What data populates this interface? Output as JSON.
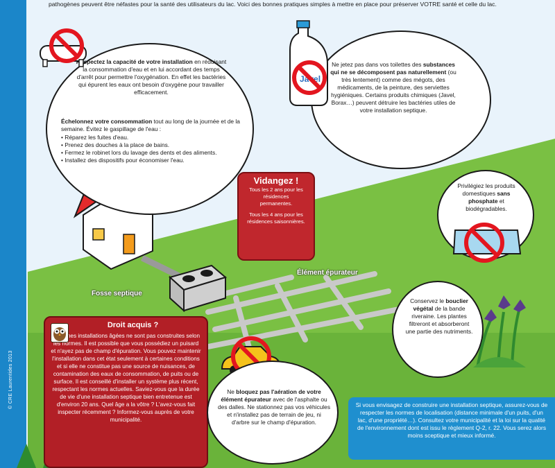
{
  "intro": "pathogènes peuvent être néfastes pour la santé des utilisateurs du lac. Voici des bonnes pratiques simples à mettre en place pour préserver VOTRE santé et celle du lac.",
  "copyright": "© CRE Laurentides 2013",
  "capacity": {
    "heading_bold": "Respectez la capacité de votre installation",
    "text": " en réduisant la consommation d'eau et en lui accordant des temps d'arrêt pour permettre l'oxygénation. En effet les bactéries qui épurent les eaux ont besoin d'oxygène pour travailler efficacement.",
    "stagger_bold": "Échelonnez votre consommation",
    "stagger_text": " tout au long de la journée et de la semaine. Évitez le gaspillage de l'eau :",
    "tips": [
      "Réparez les fuites d'eau.",
      "Prenez des douches à la place de bains.",
      "Fermez le robinet lors du lavage des dents et des aliments.",
      "Installez des dispositifs pour économiser l'eau."
    ]
  },
  "toilet": {
    "pre": "Ne jetez pas dans vos toilettes des ",
    "bold": "substances qui ne se décomposent pas naturellement",
    "post": " (ou très lentement) comme des mégots, des médicaments, de la peinture, des serviettes hygiéniques. Certains produits chimiques (Javel, Borax…) peuvent détruire les bactéries utiles de votre installation septique.",
    "bottle_label": "Javel"
  },
  "vidangez": {
    "title": "Vidangez !",
    "line1": "Tous les 2 ans pour les résidences permanentes.",
    "line2": "Tous les 4 ans pour les résidences saisonnières."
  },
  "phosphate": {
    "pre": "Privilégiez les produits domestiques ",
    "bold": "sans phosphate",
    "post": " et biodégradables."
  },
  "labels": {
    "fosse": "Fosse septique",
    "element": "Élément épurateur"
  },
  "shield": {
    "pre": "Conservez le ",
    "bold": "bouclier végétal",
    "post": " de la bande riveraine. Les plantes filtreront et absorberont une partie des nutriments."
  },
  "droit": {
    "title": "Droit acquis ?",
    "body": "Certaines installations âgées ne sont pas construites selon les normes. Il est possible que vous possédiez un puisard et n'ayez pas de champ d'épuration. Vous pouvez maintenir l'installation dans cet état seulement à certaines conditions et si elle ne constitue pas une source de nuisances, de contamination des eaux de consommation, de puits ou de surface. Il est conseillé d'installer un système plus récent, respectant les normes actuelles. Saviez-vous que la durée de vie d'une installation septique bien entretenue est d'environ 20 ans. Quel âge a la vôtre ? L'avez-vous fait inspecter récemment ? Informez-vous auprès de votre municipalité."
  },
  "field": {
    "pre": "Ne ",
    "bold": "bloquez pas l'aération de votre élément épurateur",
    "post": " avec de l'asphalte ou des dalles. Ne stationnez pas vos véhicules et n'installez pas de terrain de jeu, ni d'arbre sur le champ d'épuration."
  },
  "info": "Si vous envisagez de construire une installation septique, assurez-vous de respecter les normes de localisation (distance minimale d'un puits, d'un lac, d'une propriété…). Consultez votre municipalité et la loi sur la qualité de l'environnement dont est issu le règlement Q-2, r. 22. Vous serez alors moins sceptique et mieux informé.",
  "colors": {
    "blue": "#1b86c9",
    "grass": "#7ac043",
    "red": "#c0272d",
    "forbidden": "#e3161f"
  }
}
